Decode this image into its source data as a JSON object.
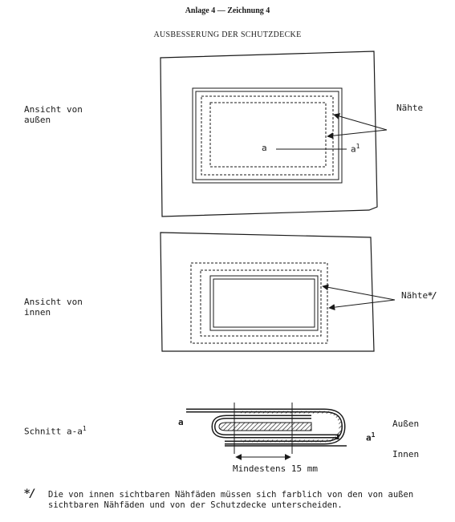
{
  "header": "Anlage 4 — Zeichnung 4",
  "title": "AUSBESSERUNG DER SCHUTZDECKE",
  "view_outside": {
    "label": "Ansicht von\naußen",
    "seams_label": "Nähte",
    "line_start": "a",
    "line_end": "a",
    "line_end_sup": "1"
  },
  "view_inside": {
    "label": "Ansicht von\ninnen",
    "seams_label": "Nähte",
    "seams_mark": "*/"
  },
  "section": {
    "label": "Schnitt a-a",
    "label_sup": "1",
    "left_mark": "a",
    "right_mark": "a",
    "right_sup": "1",
    "outside": "Außen",
    "inside": "Innen",
    "min_label": "Mindestens 15 mm"
  },
  "footnote": {
    "mark": "*/",
    "text": "Die von innen sichtbaren Nähfäden müssen sich farblich von den von außen\nsichtbaren Nähfäden und von der Schutzdecke unterscheiden."
  }
}
